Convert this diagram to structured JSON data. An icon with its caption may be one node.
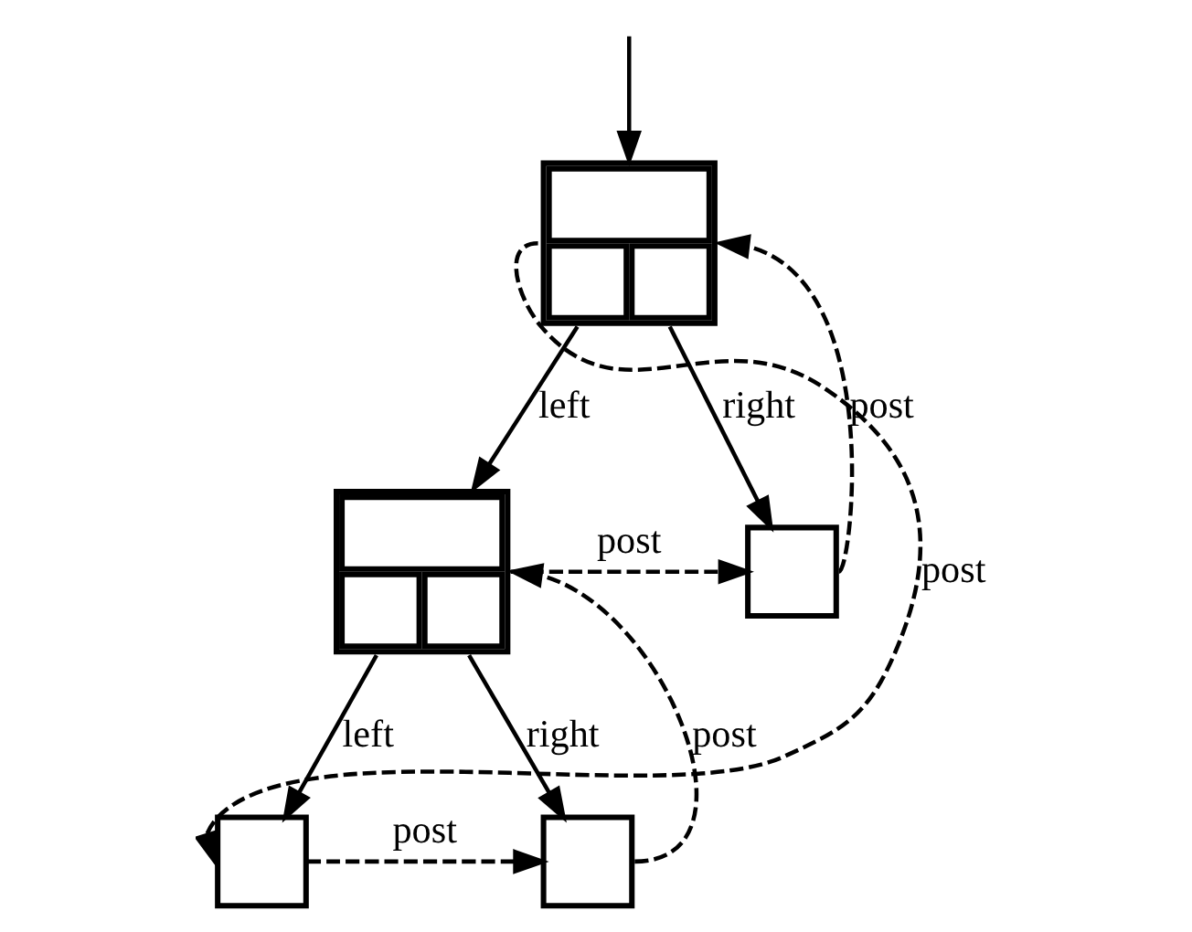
{
  "diagram": {
    "nodes": [
      {
        "text": [],
        "shape": "box"
      },
      {
        "text": [],
        "shape": "box"
      },
      {
        "text": [],
        "shape": "box"
      },
      {
        "text": [],
        "shape": "box"
      },
      {
        "text": [],
        "shape": "box"
      }
    ],
    "edges": [
      {
        "from": null,
        "to": 0,
        "arrow": "to"
      },
      {
        "from": 0,
        "to": 1,
        "arrow": "to",
        "label": "left"
      },
      {
        "from": 0,
        "to": 2,
        "arrow": "to",
        "label": "right"
      },
      {
        "from": 2,
        "to": 0,
        "arrow": "to",
        "label": "post",
        "style": "dashed"
      },
      {
        "from": 0,
        "to": 3,
        "arrow": "to",
        "label": "post",
        "style": "dashed"
      },
      {
        "from": 1,
        "to": 2,
        "arrow": "to",
        "label": "post",
        "style": "dashed"
      },
      {
        "from": 1,
        "to": 3,
        "arrow": "to",
        "label": "left"
      },
      {
        "from": 1,
        "to": 4,
        "arrow": "to",
        "label": "right"
      },
      {
        "from": 3,
        "to": 4,
        "arrow": "to",
        "label": "post",
        "style": "dashed"
      },
      {
        "from": 4,
        "to": 1,
        "arrow": "to",
        "label": "post",
        "style": "dashed"
      }
    ]
  }
}
